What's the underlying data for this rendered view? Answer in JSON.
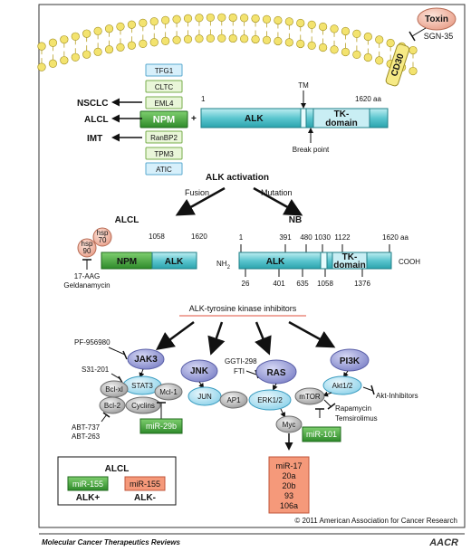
{
  "toxin": {
    "label": "Toxin",
    "drug": "SGN-35",
    "receptor": "CD30"
  },
  "fusion_partners": [
    "TFG1",
    "CLTC",
    "EML4",
    "NPM",
    "RanBP2",
    "TPM3",
    "ATIC"
  ],
  "diseases": [
    "NSCLC",
    "ALCL",
    "IMT"
  ],
  "alk_gene": {
    "start": "1",
    "end": "1620 aa",
    "alk": "ALK",
    "tm": "TM",
    "tk1": "TK-",
    "tk2": "domain",
    "breakpoint": "Break point",
    "plus": "+"
  },
  "activation": {
    "title": "ALK activation",
    "fusion": "Fusion",
    "mutation": "Mutation"
  },
  "alcl": {
    "title": "ALCL",
    "hsp70_a": "hsp",
    "hsp70_b": "70",
    "hsp90_a": "hsp",
    "hsp90_b": "90",
    "pos1": "1058",
    "pos2": "1620",
    "npm": "NPM",
    "alk": "ALK",
    "drug1": "17-AAG",
    "drug2": "Geldanamycin"
  },
  "nb": {
    "title": "NB",
    "top_ticks": [
      "1",
      "391",
      "480",
      "1030",
      "1122",
      "1620 aa"
    ],
    "bottom_ticks": [
      "26",
      "401",
      "635",
      "1058",
      "1376"
    ],
    "nh2": "NH",
    "nh2_sub": "2",
    "cooh": "COOH",
    "alk": "ALK",
    "tk1": "TK-",
    "tk2": "domain"
  },
  "inhibitors_title": "ALK-tyrosine kinase inhibitors",
  "pathway": {
    "pf": "PF-956980",
    "jak3": "JAK3",
    "s31": "S31-201",
    "stat3": "STAT3",
    "bclxl": "Bcl-xl",
    "mcl1": "Mcl-1",
    "bcl2": "Bcl-2",
    "cyclins": "Cyclins",
    "abt737": "ABT-737",
    "abt263": "ABT-263",
    "mir29b": "miR-29b",
    "jnk": "JNK",
    "jun": "JUN",
    "ap1": "AP1",
    "ggti": "GGTI-298",
    "fti": "FTI",
    "ras": "RAS",
    "erk": "ERK1/2",
    "myc": "Myc",
    "pi3k": "PI3K",
    "akt": "Akt1/2",
    "mtor": "mTOR",
    "akt_inh": "Akt-Inhibitors",
    "rapa": "Rapamycin",
    "tems": "Temsirolimus",
    "mir101": "miR-101",
    "mirs": [
      "miR-17",
      "20a",
      "20b",
      "93",
      "106a"
    ]
  },
  "legend": {
    "title": "ALCL",
    "green": "miR-155",
    "red": "miR-155",
    "pos": "ALK+",
    "neg": "ALK-"
  },
  "copyright": "© 2011 American Association for Cancer Research",
  "footer": "Molecular Cancer Therapeutics Reviews",
  "logo": "AACR",
  "colors": {
    "green": "#3f9a3a",
    "salmon": "#f08a6a",
    "alk_teal": "#5cc6cf",
    "light_blue": "#a8dff0",
    "lavender": "#9b9fd6",
    "grey": "#b9b9b9"
  }
}
